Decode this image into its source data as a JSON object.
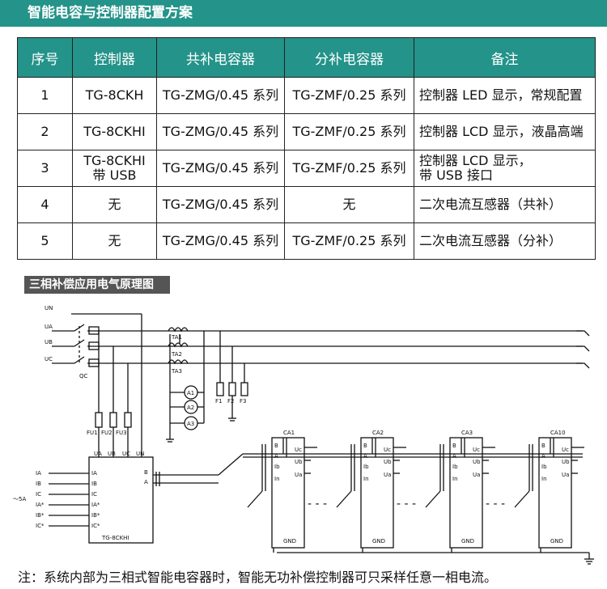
{
  "title": "智能电容与控制器配置方案",
  "table": {
    "headers": [
      "序号",
      "控制器",
      "共补电容器",
      "分补电容器",
      "备注"
    ],
    "rows": [
      [
        "1",
        "TG-8CKH",
        "TG-ZMG/0.45 系列",
        "TG-ZMF/0.25 系列",
        "控制器 LED 显示，常规配置"
      ],
      [
        "2",
        "TG-8CKHI",
        "TG-ZMG/0.45 系列",
        "TG-ZMF/0.25 系列",
        "控制器 LCD 显示，液晶高端"
      ],
      [
        "3",
        "TG-8CKHI\n带 USB",
        "TG-ZMG/0.45 系列",
        "TG-ZMF/0.25 系列",
        "控制器 LCD 显示，\n带 USB 接口"
      ],
      [
        "4",
        "无",
        "TG-ZMG/0.45 系列",
        "无",
        "二次电流互感器（共补）"
      ],
      [
        "5",
        "无",
        "TG-ZMG/0.45 系列",
        "TG-ZMF/0.25 系列",
        "二次电流互感器（分补）"
      ]
    ]
  },
  "diagram": {
    "title": "三相补偿应用电气原理图",
    "lines": {
      "un": "UN",
      "ua": "UA",
      "ub": "UB",
      "uc": "UC"
    },
    "qc": "QC",
    "ct": [
      "TA1",
      "TA2",
      "TA3"
    ],
    "meters": [
      "A1",
      "A2",
      "A3"
    ],
    "fuses_top": [
      "F1",
      "F2",
      "F3"
    ],
    "fuses_ctrl": [
      "FU1",
      "FU2",
      "FU3"
    ],
    "ctrl_terms": [
      "UA",
      "UB",
      "UC",
      "UN"
    ],
    "ctrl_inputs": [
      "IA",
      "IB",
      "IC",
      "IA*",
      "IB*",
      "IC*"
    ],
    "ctrl_inputs_ext": [
      "IA",
      "IB",
      "IC",
      "IA*",
      "IB*",
      "IC*"
    ],
    "ctrl_ba": [
      "B",
      "A"
    ],
    "ctrl_name": "TG-8CKHI",
    "current": "～5A",
    "capacitors": [
      "CA1",
      "CA2",
      "CA3",
      "CA10"
    ],
    "cap_left": [
      "B",
      "A",
      "Ib",
      "In"
    ],
    "cap_right": [
      "Uc",
      "Ub",
      "Ua"
    ],
    "gnd": "GND",
    "dashes": "- - -"
  },
  "footnote": "注：系统内部为三相式智能电容器时，智能无功补偿控制器可只采样任意一相电流。"
}
